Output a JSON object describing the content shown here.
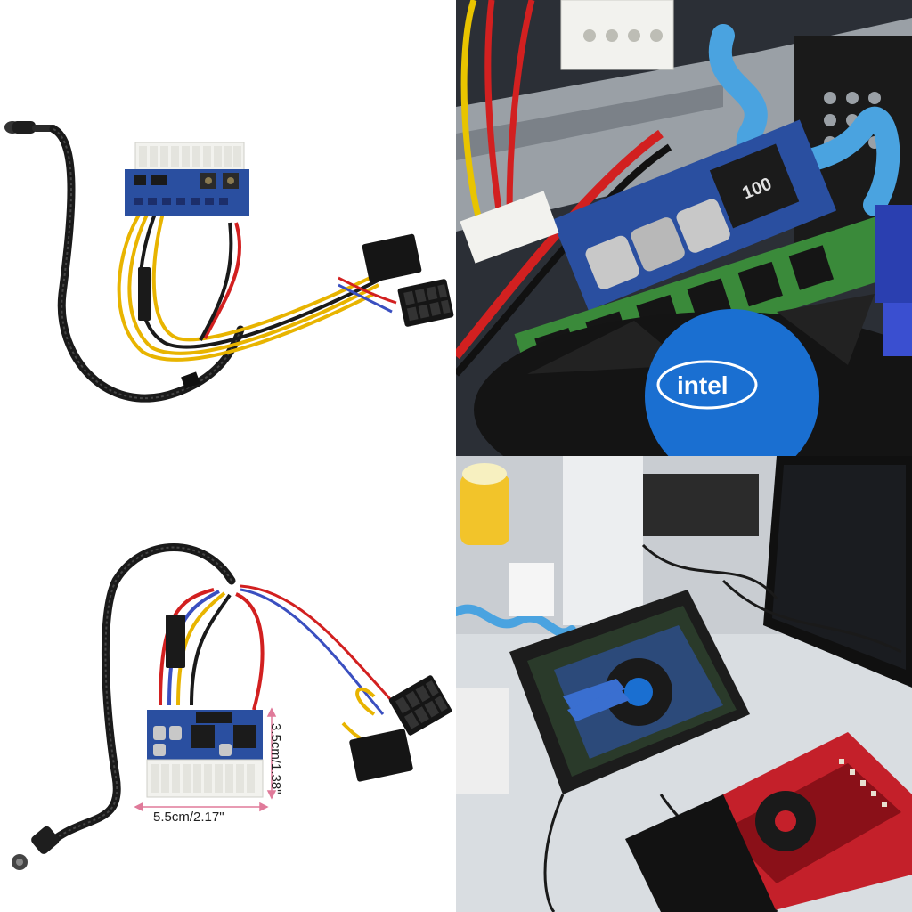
{
  "panels": {
    "top_left": {
      "kind": "product-photo"
    },
    "top_right": {
      "kind": "installed-photo",
      "inductor_marking": "100",
      "cpu_fan_logo": "intel"
    },
    "bottom_left": {
      "kind": "dimension-photo",
      "width_label": "5.5cm/2.17\"",
      "height_label": "3.5cm/1.38\""
    },
    "bottom_right": {
      "kind": "setup-photo"
    }
  },
  "colors": {
    "pcb_blue": "#2a4fa0",
    "wire_yellow": "#e8b400",
    "wire_red": "#d22020",
    "sleeve_black": "#1a1a1a",
    "connector_white": "#f2f2ee",
    "intel_blue": "#1a6fd1"
  }
}
